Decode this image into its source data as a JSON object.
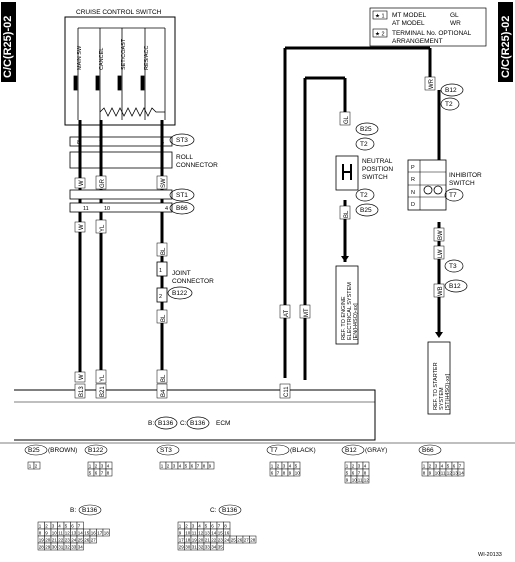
{
  "page_code": "C/C(R25)-02",
  "figure_id": "WI-20133",
  "legend": {
    "note1": {
      "mark": "★ 1",
      "line1": "MT MODEL",
      "val1": "GL",
      "line2": "AT MODEL",
      "val2": "WR"
    },
    "note2": {
      "mark": "★ 2",
      "line1": "TERMINAL No. OPTIONAL",
      "line2": "ARRANGEMENT"
    }
  },
  "cruise_switch": {
    "title": "CRUISE CONTROL SWITCH",
    "switches": [
      "MAIN SW",
      "CANCEL",
      "SET/COAST",
      "RES/ACC"
    ],
    "pins": [
      "8",
      "7",
      "6"
    ]
  },
  "roll_connector": {
    "label_line1": "ROLL",
    "label_line2": "CONNECTOR"
  },
  "connectors": {
    "st3": "ST3",
    "st1": "ST1",
    "b66": "B66",
    "b122": "B122",
    "b25": "B25",
    "t2": "T2",
    "t7": "T7",
    "t3": "T3",
    "b12": "B12"
  },
  "joint_connector": {
    "line1": "JOINT",
    "line2": "CONNECTOR"
  },
  "neutral_switch": {
    "line1": "NEUTRAL",
    "line2": "POSITION",
    "line3": "SWITCH"
  },
  "inhibitor_switch": {
    "line1": "INHIBITOR",
    "line2": "SWITCH",
    "positions": [
      "P",
      "R",
      "N",
      "D"
    ]
  },
  "wires": {
    "w": "W",
    "gr": "GR",
    "sw": "SW",
    "yl": "YL",
    "bl": "BL",
    "gl": "GL",
    "mt": "MT",
    "at": "AT",
    "wr": "WR",
    "bw": "BW",
    "lw": "LW",
    "wb": "WB"
  },
  "pin_numbers": {
    "p11": "11",
    "p10": "10",
    "p4": "4",
    "p2": "2",
    "p1": "1",
    "p3": "3",
    "p9": "9",
    "p7": "7",
    "p8": "8",
    "p4b": "4"
  },
  "refs": {
    "engine": [
      "REF. TO ENGINE",
      "ELECTRICAL SYSTEM",
      "[EN(H4SO)-xx]"
    ],
    "starter": [
      "REF. TO STARTER",
      "SYSTEM",
      "[ST(H4SO)-xx]"
    ]
  },
  "ecm": {
    "label": "ECM",
    "b_prefix": "B:",
    "b_conn": "B136",
    "c_prefix": "C:",
    "c_conn": "B136",
    "terminals": [
      "B13",
      "B21",
      "B4",
      "C11"
    ]
  },
  "connector_diagrams": {
    "b25": {
      "name": "B25",
      "color": "(BROWN)",
      "rows": [
        [
          "1",
          "2"
        ]
      ]
    },
    "b122": {
      "name": "B122",
      "rows": [
        [
          "1",
          "2",
          "3",
          "4"
        ],
        [
          "5",
          "6",
          "7",
          "8"
        ]
      ]
    },
    "st3": {
      "name": "ST3",
      "rows": [
        [
          "1",
          "2",
          "3",
          "4",
          "5",
          "6",
          "7",
          "8",
          "9"
        ]
      ]
    },
    "t7": {
      "name": "T7",
      "color": "(BLACK)",
      "rows": [
        [
          "1",
          "2",
          "3",
          "4",
          "5"
        ],
        [
          "6",
          "7",
          "8",
          "9",
          "10"
        ]
      ]
    },
    "b12": {
      "name": "B12",
      "color": "(GRAY)",
      "rows": [
        [
          "1",
          "2",
          "3",
          "4"
        ],
        [
          "5",
          "6",
          "7",
          "8"
        ],
        [
          "9",
          "10",
          "11",
          "12"
        ]
      ]
    },
    "b66": {
      "name": "B66",
      "rows": [
        [
          "1",
          "2",
          "3",
          "4",
          "5",
          "6",
          "7"
        ],
        [
          "8",
          "9",
          "10",
          "11",
          "12",
          "13",
          "14"
        ]
      ]
    },
    "b136": {
      "name": "B136",
      "prefix": "B:",
      "rows": [
        [
          "1",
          "2",
          "3",
          "4",
          "5",
          "6",
          "7"
        ],
        [
          "8",
          "9",
          "10",
          "11",
          "12",
          "13",
          "14",
          "15",
          "16",
          "17",
          "18"
        ],
        [
          "19",
          "20",
          "21",
          "22",
          "23",
          "24",
          "25",
          "26",
          "27"
        ],
        [
          "28",
          "29",
          "30",
          "31",
          "32",
          "33",
          "34"
        ]
      ]
    },
    "c136": {
      "name": "B136",
      "prefix": "C:",
      "rows": [
        [
          "1",
          "2",
          "3",
          "4",
          "5",
          "6",
          "7",
          "8"
        ],
        [
          "9",
          "10",
          "11",
          "12",
          "13",
          "14",
          "15",
          "16"
        ],
        [
          "17",
          "18",
          "19",
          "20",
          "21",
          "22",
          "23",
          "24",
          "25",
          "26",
          "27",
          "28"
        ],
        [
          "29",
          "30",
          "31",
          "32",
          "33",
          "34",
          "35"
        ]
      ]
    }
  }
}
